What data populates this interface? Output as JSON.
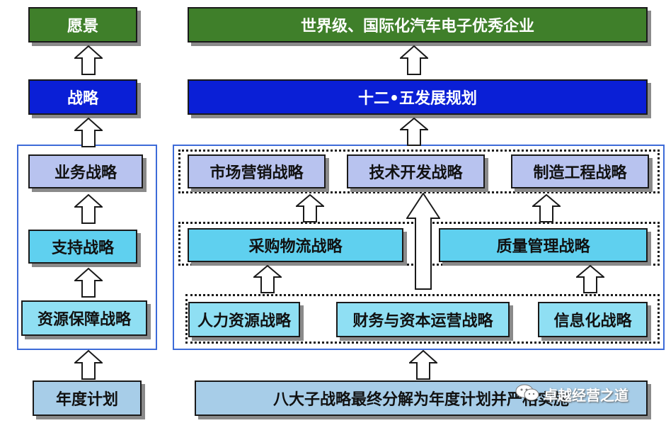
{
  "left": {
    "vision": "愿景",
    "strategy": "战略",
    "business": "业务战略",
    "support": "支持战略",
    "resource": "资源保障战略",
    "annual_plan": "年度计划"
  },
  "right": {
    "vision": "世界级、国际化汽车电子优秀企业",
    "strategy": "十二•五发展规划",
    "row1": [
      "市场营销战略",
      "技术开发战略",
      "制造工程战略"
    ],
    "row2": [
      "采购物流战略",
      "质量管理战略"
    ],
    "row3": [
      "人力资源战略",
      "财务与资本运营战略",
      "信息化战略"
    ],
    "annual_plan": "八大子战略最终分解为年度计划并严格实施"
  },
  "watermark": {
    "text": "卓越经营之道",
    "icon": "wechat-icon"
  },
  "colors": {
    "vision": "#3f7f2a",
    "strategy": "#0a1fd6",
    "business": "#b8c3ef",
    "support": "#5fd0ef",
    "frame": "#3d6bd8"
  }
}
